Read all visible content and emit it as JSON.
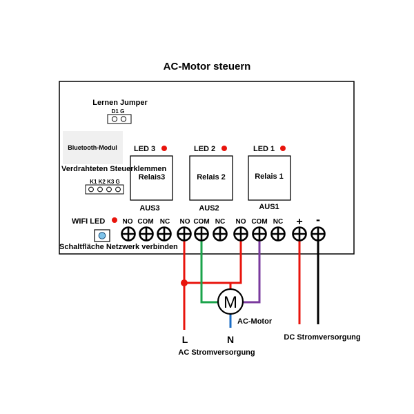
{
  "title": "AC-Motor steuern",
  "jumper": {
    "title": "Lernen Jumper",
    "pins_label": "D1 G"
  },
  "bluetooth_label": "Bluetooth-Modul",
  "wired_terminals": {
    "title": "Verdrahteten Steuerklemmen",
    "pins_label": "K1 K2 K3 G"
  },
  "relays": [
    {
      "led": "LED 3",
      "name": "Relais3",
      "output": "AUS3",
      "terminals": [
        "NO",
        "COM",
        "NC"
      ]
    },
    {
      "led": "LED 2",
      "name": "Relais 2",
      "output": "AUS2",
      "terminals": [
        "NO",
        "COM",
        "NC"
      ]
    },
    {
      "led": "LED 1",
      "name": "Relais 1",
      "output": "AUS1",
      "terminals": [
        "NO",
        "COM",
        "NC"
      ]
    }
  ],
  "wifi_led_label": "WIFI LED",
  "network_button_label": "Schaltfläche Netzwerk verbinden",
  "dc_plus": "+",
  "dc_minus": "-",
  "motor": {
    "symbol": "M",
    "label": "AC-Motor"
  },
  "ac_supply": {
    "live": "L",
    "neutral": "N",
    "label": "AC Stromversorgung"
  },
  "dc_supply_label": "DC Stromversorgung",
  "colors": {
    "led": "#e8140c",
    "wire_live": "#e8140c",
    "wire_motor_green": "#1aa34a",
    "wire_motor_purple": "#7a3a9e",
    "wire_neutral": "#1b6cc4",
    "wire_dc_negative": "#000000",
    "wifi_button": "#7ec3ea"
  }
}
